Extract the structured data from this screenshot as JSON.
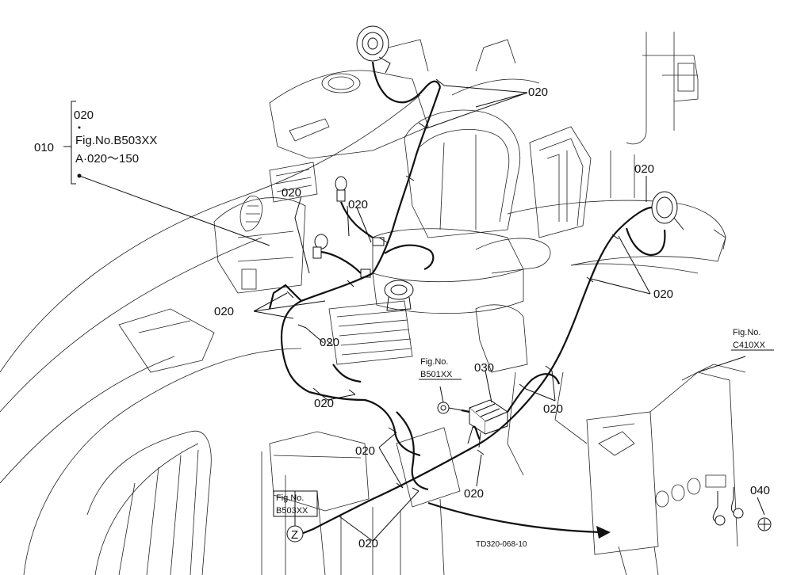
{
  "callouts": {
    "ref_010": "010",
    "ref_020": "020",
    "ref_030": "030",
    "ref_040": "040",
    "bracket_line1": "020",
    "bracket_line2": "Fig.No.B503XX",
    "bracket_line3": "A·020～150"
  },
  "fig_refs": {
    "c410_top": "Fig.No.",
    "c410_bottom": "C410XX",
    "b501_top": "Fig.No.",
    "b501_bottom": "B501XX",
    "b503_top": "Fig.No.",
    "b503_bottom": "B503XX"
  },
  "view_marker": "Z",
  "drawing_code": "TD320-068-10"
}
